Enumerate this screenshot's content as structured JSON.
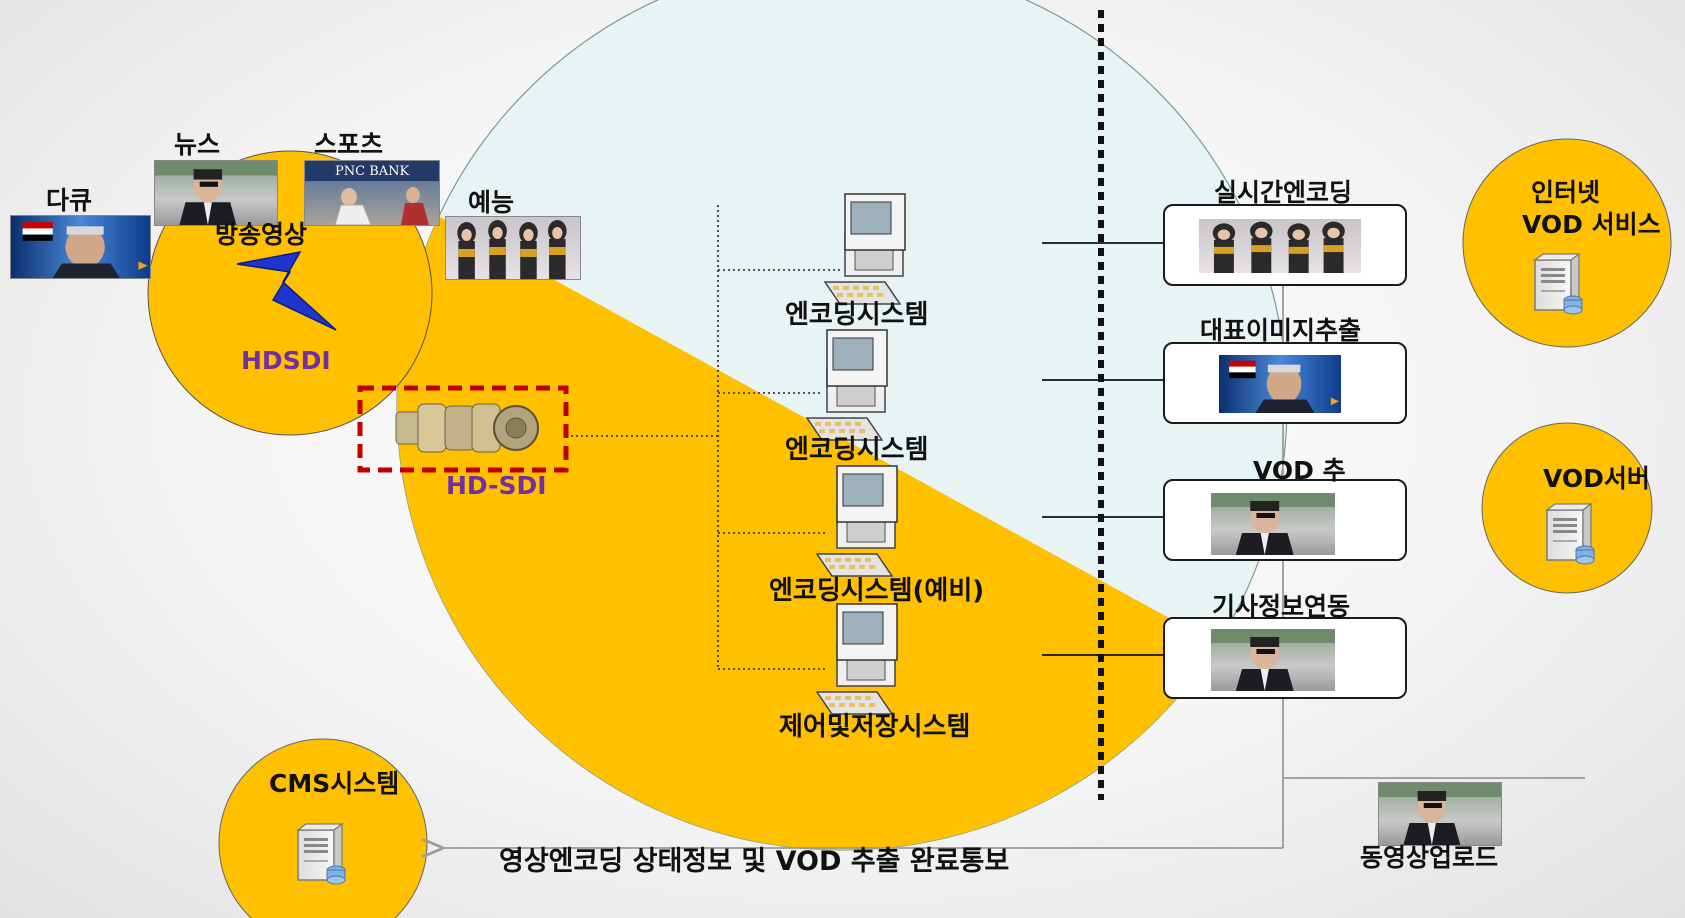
{
  "sources": {
    "docu": "다큐",
    "news": "뉴스",
    "sports": "스포츠",
    "entertainment": "예능",
    "broadcast": "방송영상",
    "hdsdi": "HDSDI",
    "connector": "HD-SDI"
  },
  "encoders": [
    {
      "label": "엔코딩시스템"
    },
    {
      "label": "엔코딩시스템"
    },
    {
      "label": "엔코딩시스템(예비)"
    },
    {
      "label": "제어및저장시스템"
    }
  ],
  "outputs": [
    {
      "label": "실시간엔코딩"
    },
    {
      "label": "대표이미지추출"
    },
    {
      "label": "VOD 추출"
    },
    {
      "label": "기사정보연동"
    }
  ],
  "services": {
    "internet_line1": "인터넷",
    "internet_line2": "VOD 서비스",
    "vod_server": "VOD서버",
    "cms": "CMS시스템",
    "upload": "동영상업로드"
  },
  "notice": "영상엔코딩 상태정보 및 VOD 추출 완료통보",
  "colors": {
    "accent": "#ffc000",
    "light_circle": "#e8f4f4",
    "label_purple": "#7030a0",
    "dashed_box": "#c00000"
  }
}
